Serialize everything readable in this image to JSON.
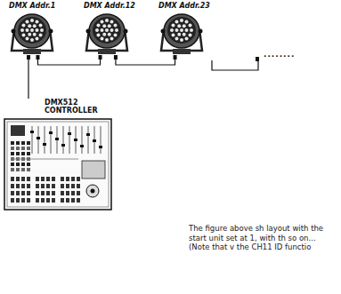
{
  "diagram": {
    "nodes": [
      {
        "text": [
          "DMX Addr.1"
        ]
      },
      {
        "text": [
          "DMX Addr.12"
        ]
      },
      {
        "text": [
          "DMX Addr.23"
        ]
      },
      {
        "text": [
          "DMX512 CONTROLLER"
        ]
      }
    ],
    "edges": [
      {
        "from": 3,
        "to": 0,
        "arrow": "none"
      },
      {
        "from": 0,
        "to": 1,
        "arrow": "none"
      },
      {
        "from": 1,
        "to": 2,
        "arrow": "none"
      }
    ],
    "labels": [
      "........",
      "The figure above sh layout with the start unit set at 1, with th so on... (Note that v the CH11 ID functio"
    ]
  }
}
